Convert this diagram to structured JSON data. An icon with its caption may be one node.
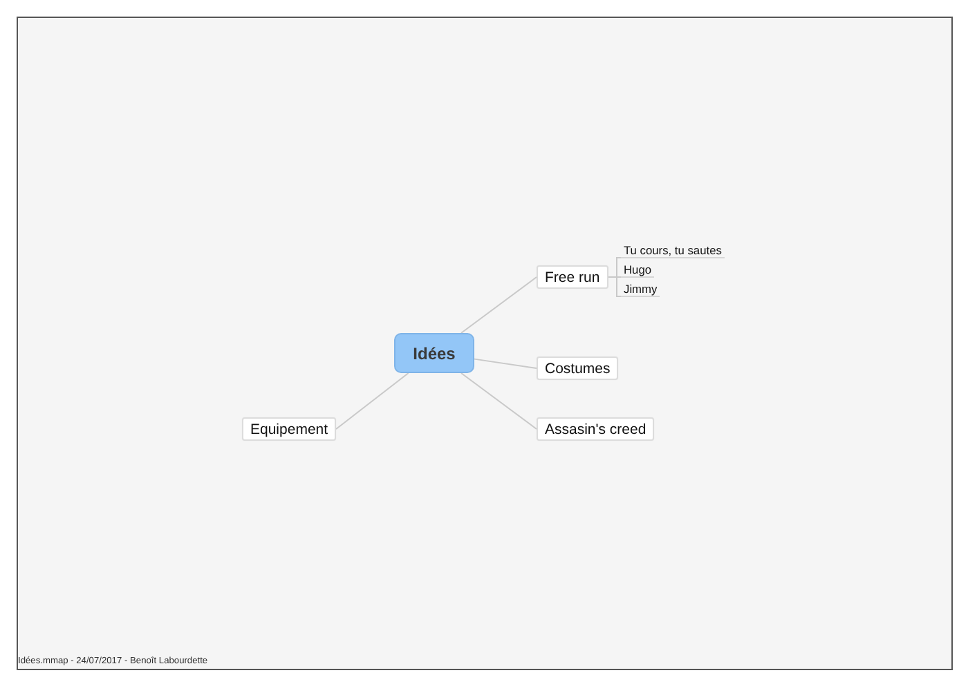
{
  "diagram": {
    "nodes": [
      {
        "text": [
          "Idées"
        ]
      },
      {
        "text": [
          "Free run"
        ]
      },
      {
        "text": [
          "Tu cours, tu sautes"
        ]
      },
      {
        "text": [
          "Hugo"
        ]
      },
      {
        "text": [
          "Jimmy"
        ]
      },
      {
        "text": [
          "Costumes"
        ]
      },
      {
        "text": [
          "Assasin's creed"
        ]
      },
      {
        "text": [
          "Equipement"
        ]
      }
    ],
    "edges": [
      {
        "from": 0,
        "to": 1,
        "arrow": "none"
      },
      {
        "from": 1,
        "to": 2,
        "arrow": "none"
      },
      {
        "from": 1,
        "to": 3,
        "arrow": "none"
      },
      {
        "from": 1,
        "to": 4,
        "arrow": "none"
      },
      {
        "from": 0,
        "to": 5,
        "arrow": "none"
      },
      {
        "from": 0,
        "to": 6,
        "arrow": "none"
      },
      {
        "from": 0,
        "to": 7,
        "arrow": "none"
      }
    ],
    "labels": [
      "Idées.mmap - 24/07/2017 - Benoît Labourdette"
    ]
  }
}
